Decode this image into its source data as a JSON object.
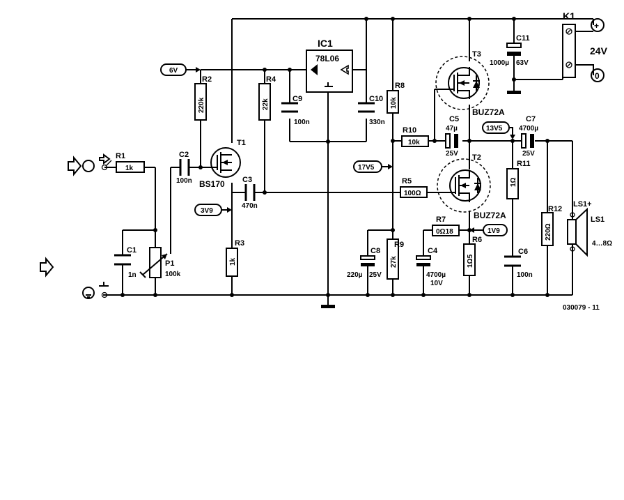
{
  "supply": {
    "voltage_label": "24V",
    "plus": "+",
    "zero": "0"
  },
  "figure_id": "030079 - 11",
  "test_points": {
    "tp_6v": "6V",
    "tp_3v9": "3V9",
    "tp_17v5": "17V5",
    "tp_13v5": "13V5",
    "tp_1v9": "1V9"
  },
  "components": {
    "r1": {
      "ref": "R1",
      "value": "1k"
    },
    "r2": {
      "ref": "R2",
      "value": "220k"
    },
    "r3": {
      "ref": "R3",
      "value": "1k"
    },
    "r4": {
      "ref": "R4",
      "value": "22k"
    },
    "r5": {
      "ref": "R5",
      "value": "100Ω"
    },
    "r6": {
      "ref": "R6",
      "value": "1Ω5"
    },
    "r7": {
      "ref": "R7",
      "value": "0Ω18"
    },
    "r8": {
      "ref": "R8",
      "value": "10k"
    },
    "r9": {
      "ref": "R9",
      "value": "27k"
    },
    "r10": {
      "ref": "R10",
      "value": "10k"
    },
    "r11": {
      "ref": "R11",
      "value": "1Ω"
    },
    "r12": {
      "ref": "R12",
      "value": "220Ω"
    },
    "p1": {
      "ref": "P1",
      "value": "100k"
    },
    "c1": {
      "ref": "C1",
      "value": "1n"
    },
    "c2": {
      "ref": "C2",
      "value": "100n"
    },
    "c3": {
      "ref": "C3",
      "value": "470n"
    },
    "c4": {
      "ref": "C4",
      "value": "4700µ",
      "rating": "10V"
    },
    "c5": {
      "ref": "C5",
      "value": "47µ",
      "rating": "25V"
    },
    "c6": {
      "ref": "C6",
      "value": "100n"
    },
    "c7": {
      "ref": "C7",
      "value": "4700µ",
      "rating": "25V"
    },
    "c8": {
      "ref": "C8",
      "value": "220µ",
      "rating": "25V"
    },
    "c9": {
      "ref": "C9",
      "value": "100n"
    },
    "c10": {
      "ref": "C10",
      "value": "330n"
    },
    "c11": {
      "ref": "C11",
      "value": "1000µ",
      "rating": "63V"
    },
    "t1": {
      "ref": "T1",
      "part": "BS170"
    },
    "t2": {
      "ref": "T2",
      "part": "BUZ72A"
    },
    "t3": {
      "ref": "T3",
      "part": "BUZ72A"
    },
    "ic1": {
      "ref": "IC1",
      "part": "78L06"
    },
    "k1": {
      "ref": "K1"
    },
    "ls1": {
      "ref": "LS1",
      "plus_label": "LS1+",
      "value": "4…8Ω"
    }
  }
}
